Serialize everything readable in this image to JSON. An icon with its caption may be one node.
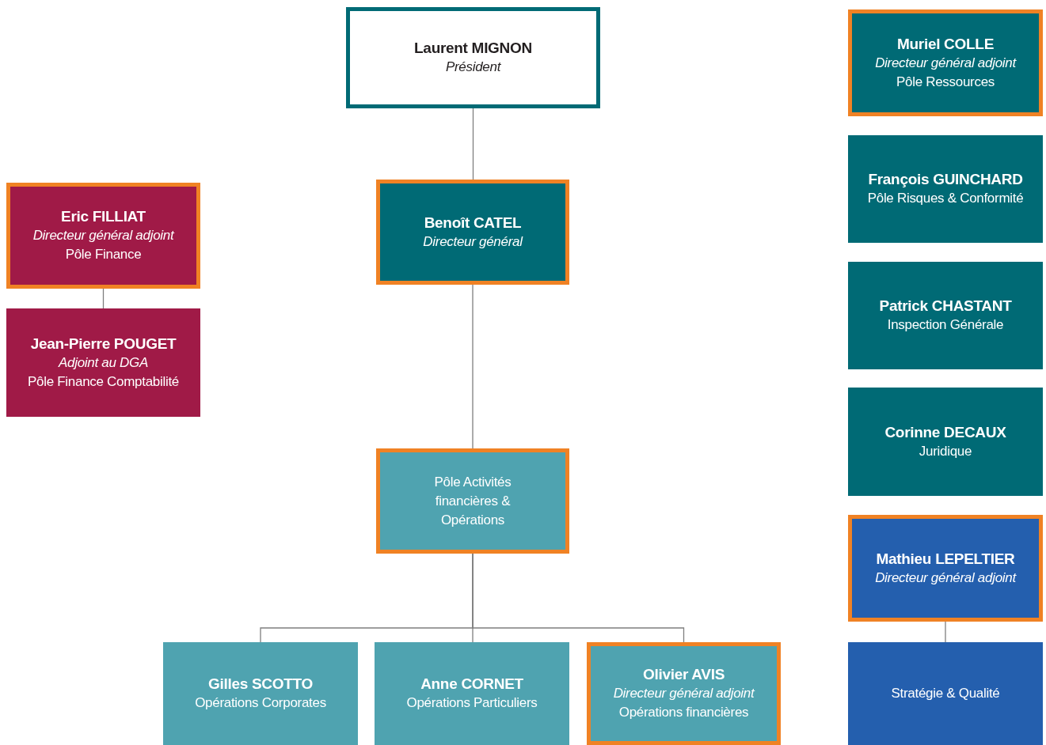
{
  "diagram": {
    "nodes": [
      {
        "text": [
          "Laurent MIGNON",
          "Président"
        ]
      },
      {
        "text": [
          "Eric FILLIAT",
          "Directeur général adjoint",
          "Pôle Finance"
        ]
      },
      {
        "text": [
          "Jean-Pierre POUGET",
          "Adjoint au DGA",
          "Pôle Finance Comptabilité"
        ]
      },
      {
        "text": [
          "Benoît CATEL",
          "Directeur général"
        ]
      },
      {
        "text": [
          "Pôle Activités financières & Opérations"
        ]
      },
      {
        "text": [
          "Gilles SCOTTO",
          "Opérations Corporates"
        ]
      },
      {
        "text": [
          "Anne CORNET",
          "Opérations Particuliers"
        ]
      },
      {
        "text": [
          "Olivier AVIS",
          "Directeur général adjoint",
          "Opérations financières"
        ]
      },
      {
        "text": [
          "Muriel COLLE",
          "Directeur général adjoint",
          "Pôle Ressources"
        ]
      },
      {
        "text": [
          "François GUINCHARD",
          "Pôle Risques & Conformité"
        ]
      },
      {
        "text": [
          "Patrick CHASTANT",
          "Inspection Générale"
        ]
      },
      {
        "text": [
          "Corinne DECAUX",
          "Juridique"
        ]
      },
      {
        "text": [
          "Mathieu LEPELTIER",
          "Directeur général adjoint"
        ]
      },
      {
        "text": [
          "Stratégie & Qualité"
        ]
      }
    ],
    "edges": [
      {
        "from": 0,
        "to": 3,
        "arrow": "none"
      },
      {
        "from": 3,
        "to": 4,
        "arrow": "none"
      },
      {
        "from": 4,
        "to": 5,
        "arrow": "none"
      },
      {
        "from": 4,
        "to": 6,
        "arrow": "none"
      },
      {
        "from": 4,
        "to": 7,
        "arrow": "none"
      },
      {
        "from": 1,
        "to": 2,
        "arrow": "none"
      },
      {
        "from": 12,
        "to": 13,
        "arrow": "none"
      }
    ]
  }
}
